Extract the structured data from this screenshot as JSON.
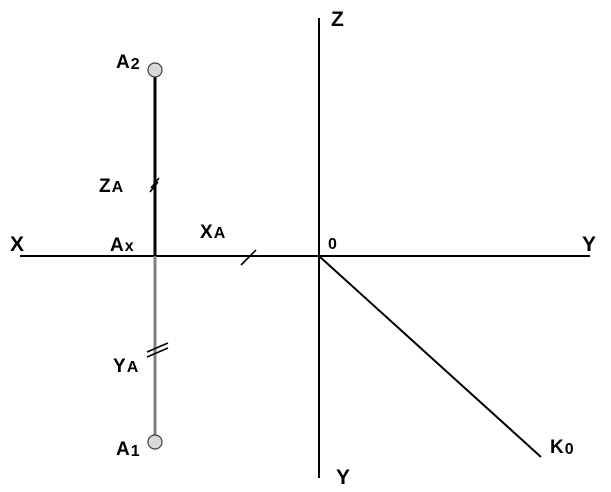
{
  "colors": {
    "axis": "#000000",
    "link_upper": "#000000",
    "link_lower": "#808080",
    "point_fill": "#d9d9d9",
    "point_stroke": "#404040"
  },
  "labels": {
    "axis_z_top": "Z",
    "axis_x_left": "X",
    "axis_y_right": "Y",
    "axis_y_bottom": "Y",
    "origin": "0",
    "k0": {
      "main": "K",
      "sub": "0"
    },
    "a2": {
      "main": "A",
      "sub": "2"
    },
    "a1": {
      "main": "A",
      "sub": "1"
    },
    "ax": {
      "main": "A",
      "sub": "x"
    },
    "za": {
      "main": "Z",
      "sub": "A"
    },
    "xa": {
      "main": "X",
      "sub": "A"
    },
    "ya": {
      "main": "Y",
      "sub": "A"
    }
  }
}
